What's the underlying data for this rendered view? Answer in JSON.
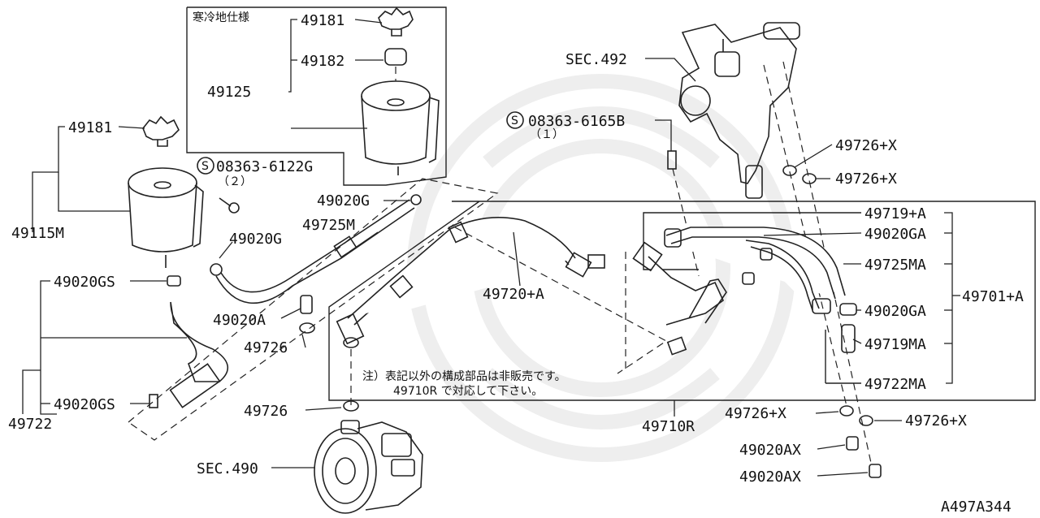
{
  "diagram": {
    "figure_code": "A497A344",
    "cold_region_box_title": "寒冷地仕様",
    "note_line1": "注）表記以外の構成部品は非販売です。",
    "note_line2": "49710R で対応して下さい。",
    "labels": {
      "p49181_cold": "49181",
      "p49182": "49182",
      "p49125": "49125",
      "p49181": "49181",
      "p49115M": "49115M",
      "bolt_a_code": "08363-6122G",
      "bolt_a_qty": "（２）",
      "bolt_b_code": "08363-6165B",
      "bolt_b_qty": "（１）",
      "p49020G_top": "49020G",
      "p49020G": "49020G",
      "p49725M": "49725M",
      "p49020A": "49020A",
      "p49726_a": "49726",
      "p49726_b": "49726",
      "p49020GS_top": "49020GS",
      "p49020GS_bot": "49020GS",
      "p49722": "49722",
      "p49720A": "49720+A",
      "sec492": "SEC.492",
      "sec490": "SEC.490",
      "p49726X_1": "49726+X",
      "p49726X_2": "49726+X",
      "p49726X_3": "49726+X",
      "p49726X_4": "49726+X",
      "p49719A": "49719+A",
      "p49020GA_1": "49020GA",
      "p49725MA": "49725MA",
      "p49020GA_2": "49020GA",
      "p49719MA": "49719MA",
      "p49722MA": "49722MA",
      "p49701A": "49701+A",
      "p49710R": "49710R",
      "p49020AX_1": "49020AX",
      "p49020AX_2": "49020AX"
    }
  }
}
